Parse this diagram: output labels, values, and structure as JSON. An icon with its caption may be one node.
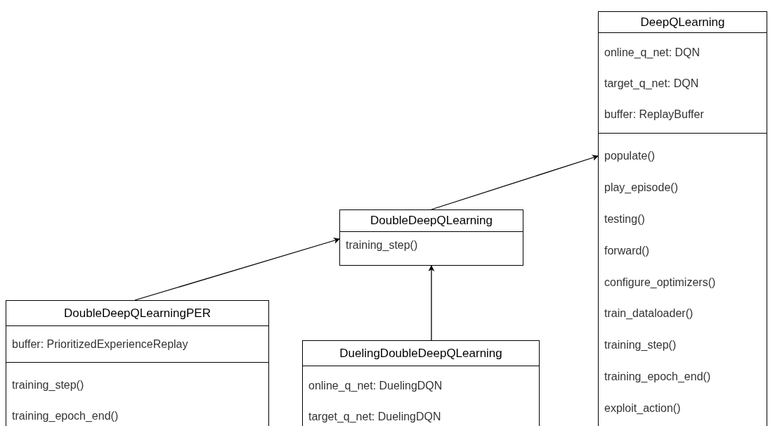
{
  "diagram": {
    "nodes": [
      {
        "text": [
          "DeepQLearning"
        ]
      },
      {
        "text": [
          "online_q_net: DQN",
          "target_q_net: DQN",
          "buffer: ReplayBuffer"
        ],
        "in": 0
      },
      {
        "text": [
          "populate()",
          "play_episode()",
          "testing()",
          "forward()",
          "configure_optimizers()",
          "train_dataloader()",
          "training_step()",
          "training_epoch_end()",
          "exploit_action()"
        ],
        "in": 0
      },
      {
        "text": [
          "DoubleDeepQLearning"
        ]
      },
      {
        "text": [
          "training_step()"
        ],
        "in": 3
      },
      {
        "text": [
          "DoubleDeepQLearningPER"
        ]
      },
      {
        "text": [
          "buffer: PrioritizedExperienceReplay"
        ],
        "in": 5
      },
      {
        "text": [
          "training_step()",
          "training_epoch_end()"
        ],
        "in": 5
      },
      {
        "text": [
          "DuelingDoubleDeepQLearning"
        ]
      },
      {
        "text": [
          "online_q_net: DuelingDQN",
          "target_q_net: DuelingDQN"
        ],
        "in": 8
      }
    ],
    "edges": [
      {
        "from": 3,
        "to": 0,
        "arrow": "to"
      },
      {
        "from": 5,
        "to": 3,
        "arrow": "to"
      },
      {
        "from": 8,
        "to": 3,
        "arrow": "to"
      }
    ]
  }
}
